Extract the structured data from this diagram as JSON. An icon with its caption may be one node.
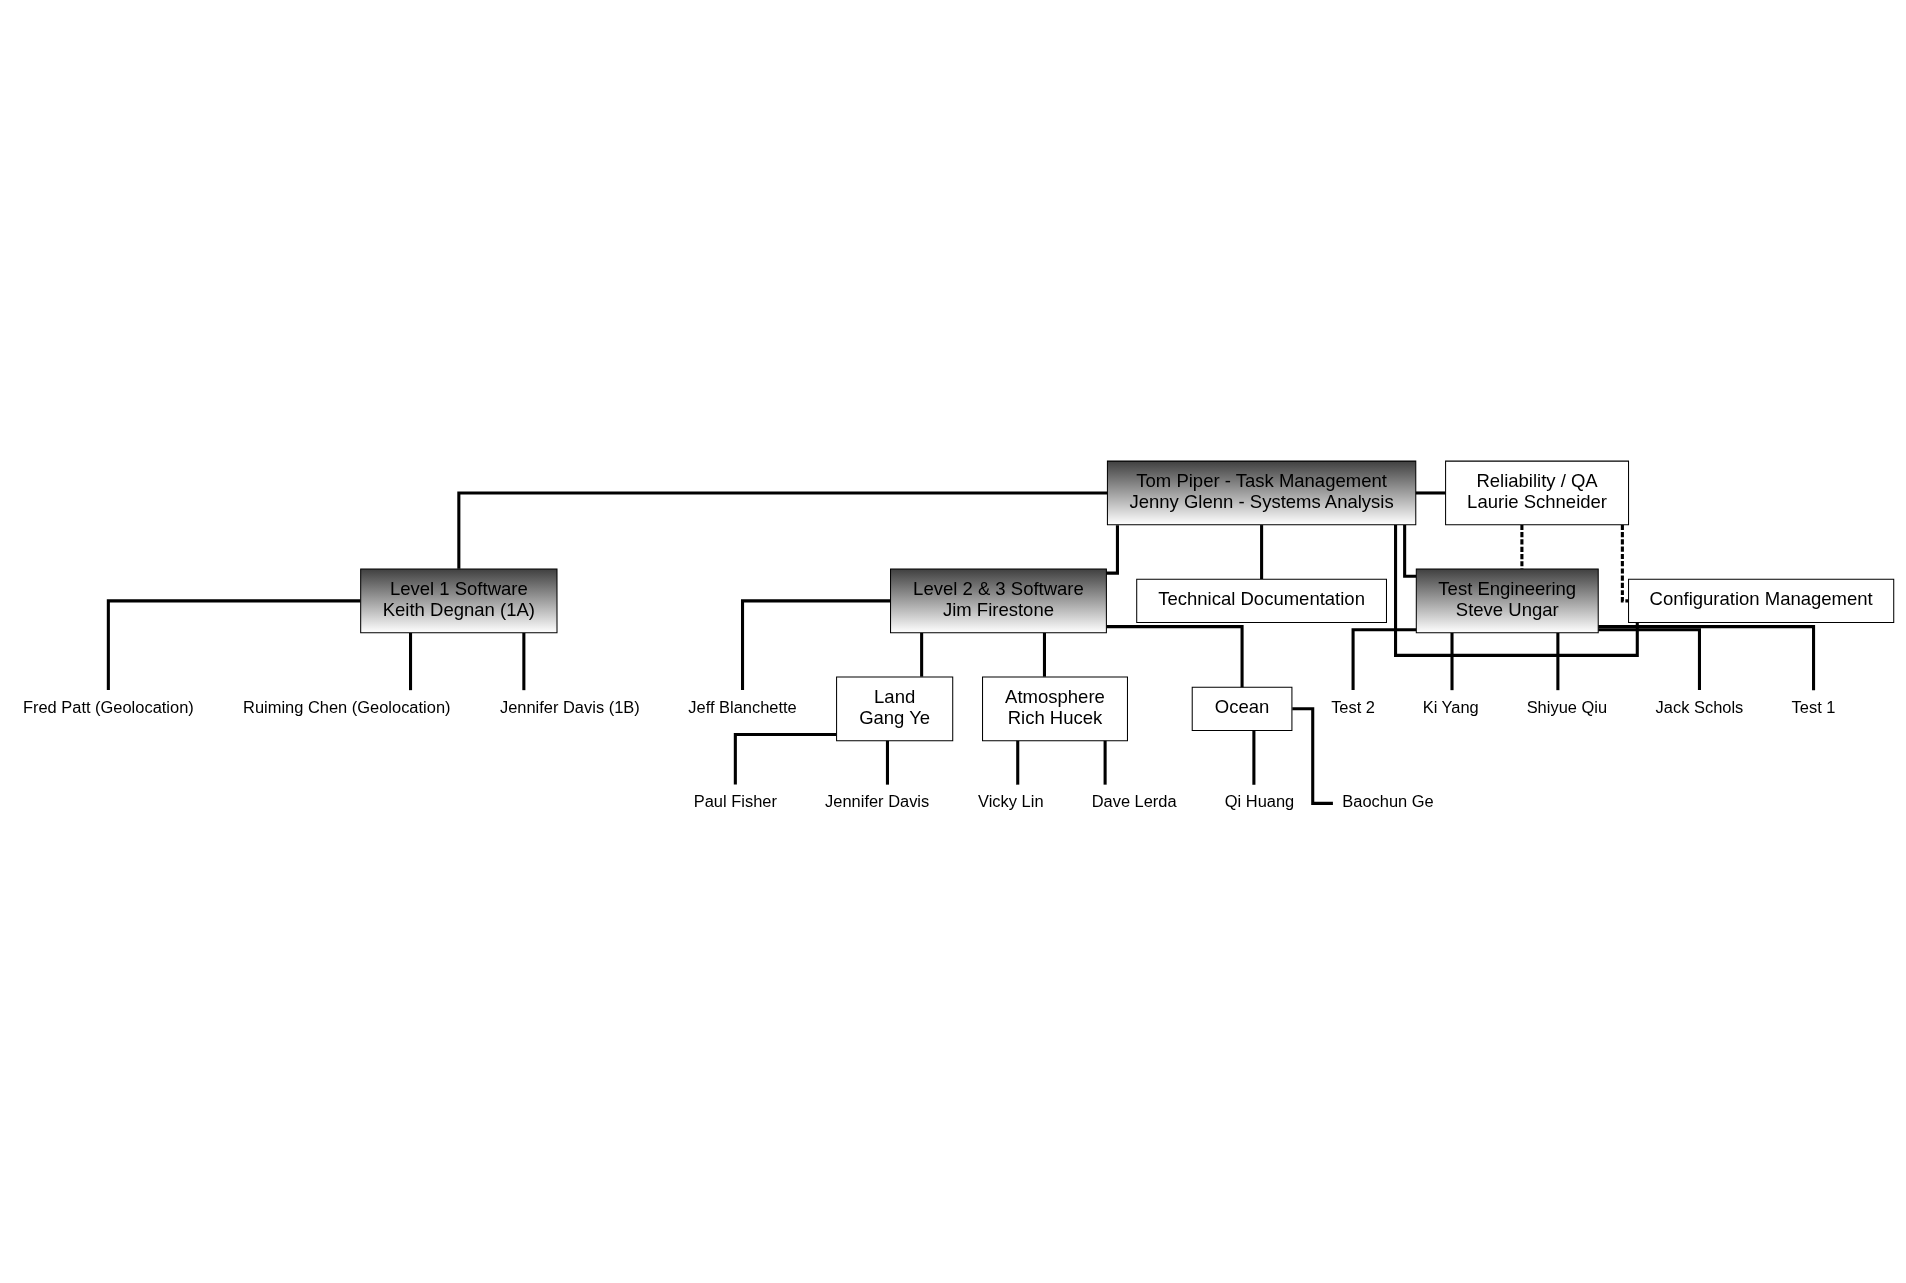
{
  "diagram": {
    "nodes": [
      {
        "text": [
          "Tom Piper - Task Management",
          "Jenny Glenn - Systems Analysis"
        ]
      },
      {
        "text": [
          "Reliability / QA",
          "Laurie Schneider"
        ]
      },
      {
        "text": [
          "Technical Documentation"
        ]
      },
      {
        "text": [
          "Configuration Management"
        ]
      },
      {
        "text": [
          "Level 1 Software",
          "Keith Degnan (1A)"
        ]
      },
      {
        "text": [
          "Level 2 & 3 Software",
          "Jim Firestone"
        ]
      },
      {
        "text": [
          "Test Engineering",
          "Steve Ungar"
        ]
      },
      {
        "text": [
          "Fred Patt (Geolocation)"
        ]
      },
      {
        "text": [
          "Ruiming Chen (Geolocation)"
        ]
      },
      {
        "text": [
          "Jennifer Davis (1B)"
        ]
      },
      {
        "text": [
          "Jeff Blanchette"
        ]
      },
      {
        "text": [
          "Test 1"
        ]
      },
      {
        "text": [
          "Test 2"
        ]
      },
      {
        "text": [
          "Ki Yang"
        ]
      },
      {
        "text": [
          "Shiyue Qiu"
        ]
      },
      {
        "text": [
          "Jack Schols"
        ]
      },
      {
        "text": [
          "Land",
          "Gang Ye"
        ]
      },
      {
        "text": [
          "Atmosphere",
          "Rich Hucek"
        ]
      },
      {
        "text": [
          "Ocean"
        ]
      },
      {
        "text": [
          "Paul Fisher"
        ]
      },
      {
        "text": [
          "Jennifer Davis"
        ]
      },
      {
        "text": [
          "Vicky Lin"
        ]
      },
      {
        "text": [
          "Dave Lerda"
        ]
      },
      {
        "text": [
          "Qi Huang"
        ]
      },
      {
        "text": [
          "Baochun Ge"
        ]
      }
    ],
    "edges": [
      {
        "from": 0,
        "to": 1,
        "arrow": "none"
      },
      {
        "from": 0,
        "to": 2,
        "arrow": "none"
      },
      {
        "from": 0,
        "to": 3,
        "arrow": "none"
      },
      {
        "from": 0,
        "to": 4,
        "arrow": "none"
      },
      {
        "from": 0,
        "to": 5,
        "arrow": "none"
      },
      {
        "from": 0,
        "to": 6,
        "arrow": "none"
      },
      {
        "from": 1,
        "to": 3,
        "arrow": "none",
        "style": "dashed"
      },
      {
        "from": 1,
        "to": 6,
        "arrow": "none",
        "style": "dashed"
      },
      {
        "from": 4,
        "to": 7,
        "arrow": "none"
      },
      {
        "from": 4,
        "to": 8,
        "arrow": "none"
      },
      {
        "from": 4,
        "to": 9,
        "arrow": "none"
      },
      {
        "from": 5,
        "to": 10,
        "arrow": "none"
      },
      {
        "from": 6,
        "to": 11,
        "arrow": "none"
      },
      {
        "from": 6,
        "to": 12,
        "arrow": "none"
      },
      {
        "from": 6,
        "to": 13,
        "arrow": "none"
      },
      {
        "from": 6,
        "to": 14,
        "arrow": "none"
      },
      {
        "from": 6,
        "to": 15,
        "arrow": "none"
      },
      {
        "from": 5,
        "to": 16,
        "arrow": "none"
      },
      {
        "from": 5,
        "to": 17,
        "arrow": "none"
      },
      {
        "from": 5,
        "to": 18,
        "arrow": "none"
      },
      {
        "from": 16,
        "to": 19,
        "arrow": "none"
      },
      {
        "from": 16,
        "to": 20,
        "arrow": "none"
      },
      {
        "from": 17,
        "to": 21,
        "arrow": "none"
      },
      {
        "from": 17,
        "to": 22,
        "arrow": "none"
      },
      {
        "from": 18,
        "to": 23,
        "arrow": "none"
      },
      {
        "from": 18,
        "to": 24,
        "arrow": "none"
      }
    ]
  }
}
